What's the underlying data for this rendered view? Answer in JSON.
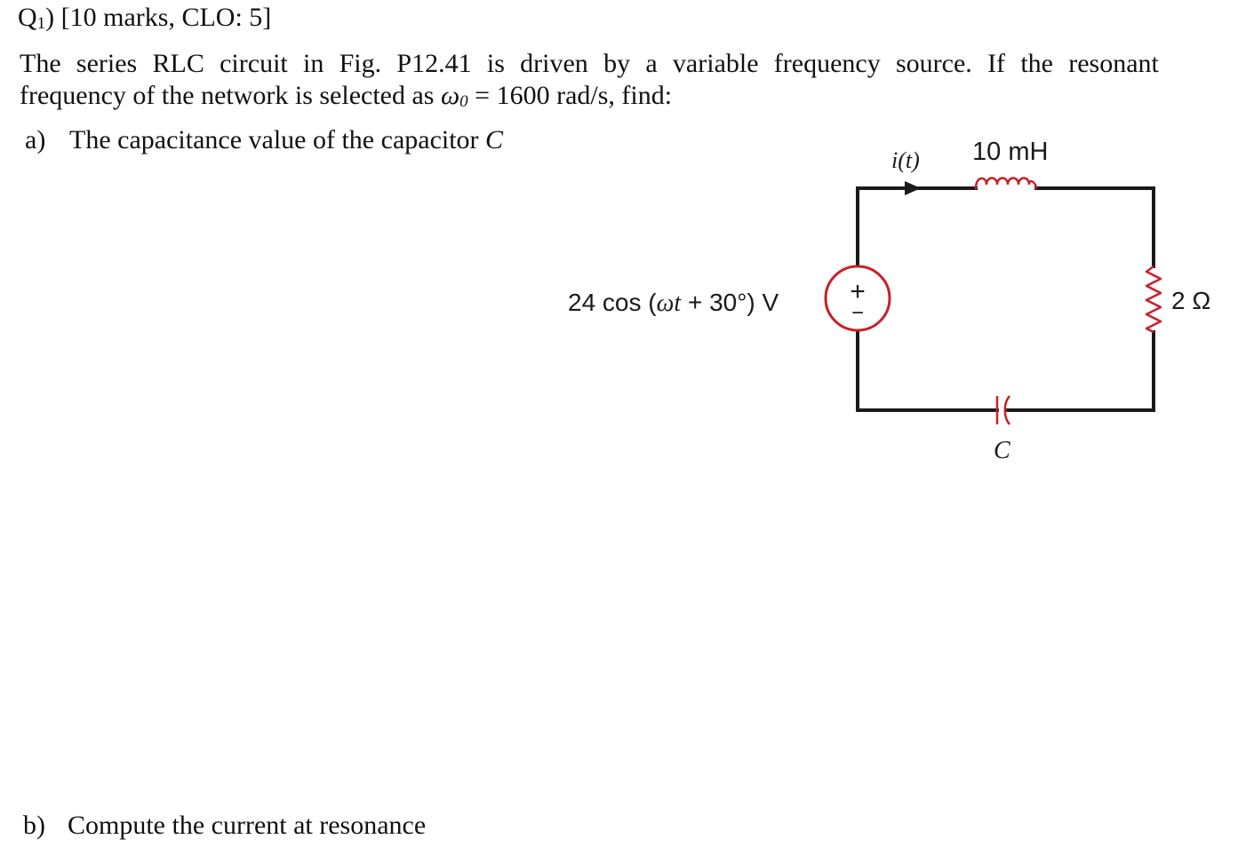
{
  "question": {
    "heading": "Q1) [10 marks, CLO: 5]",
    "heading_prefix": "Q",
    "heading_sub": "1",
    "heading_rest": ") [10 marks, CLO: 5]",
    "line1_words": [
      "The",
      "series",
      "RLC",
      "circuit",
      "in",
      "Fig.",
      "P12.41",
      "is",
      "driven",
      "by",
      "a",
      "variable",
      "frequency",
      "source.",
      "If",
      "the",
      "resonant"
    ],
    "line2_pre": "frequency of the network is selected as ",
    "omega_symbol": "ω",
    "omega_sub": "0",
    "line2_post": " = 1600 rad/s, find:"
  },
  "parts": [
    {
      "label": "a)",
      "text_pre": "The capacitance value of the capacitor ",
      "text_var": "C"
    },
    {
      "label": "b)",
      "text_pre": "Compute the current at resonance",
      "text_var": ""
    }
  ],
  "figure": {
    "current_label_fn": "i(",
    "current_label_var": "t",
    "current_label_close": ")",
    "inductor_label": "10 mH",
    "resistor_label": "2 Ω",
    "capacitor_label": "C",
    "source_label_pre": "24 cos (",
    "source_label_var": "ωt",
    "source_label_post": " + 30°) V",
    "source_plus": "+",
    "source_minus": "−",
    "colors": {
      "wire": "#1a1a1a",
      "component": "#c8202a"
    }
  }
}
